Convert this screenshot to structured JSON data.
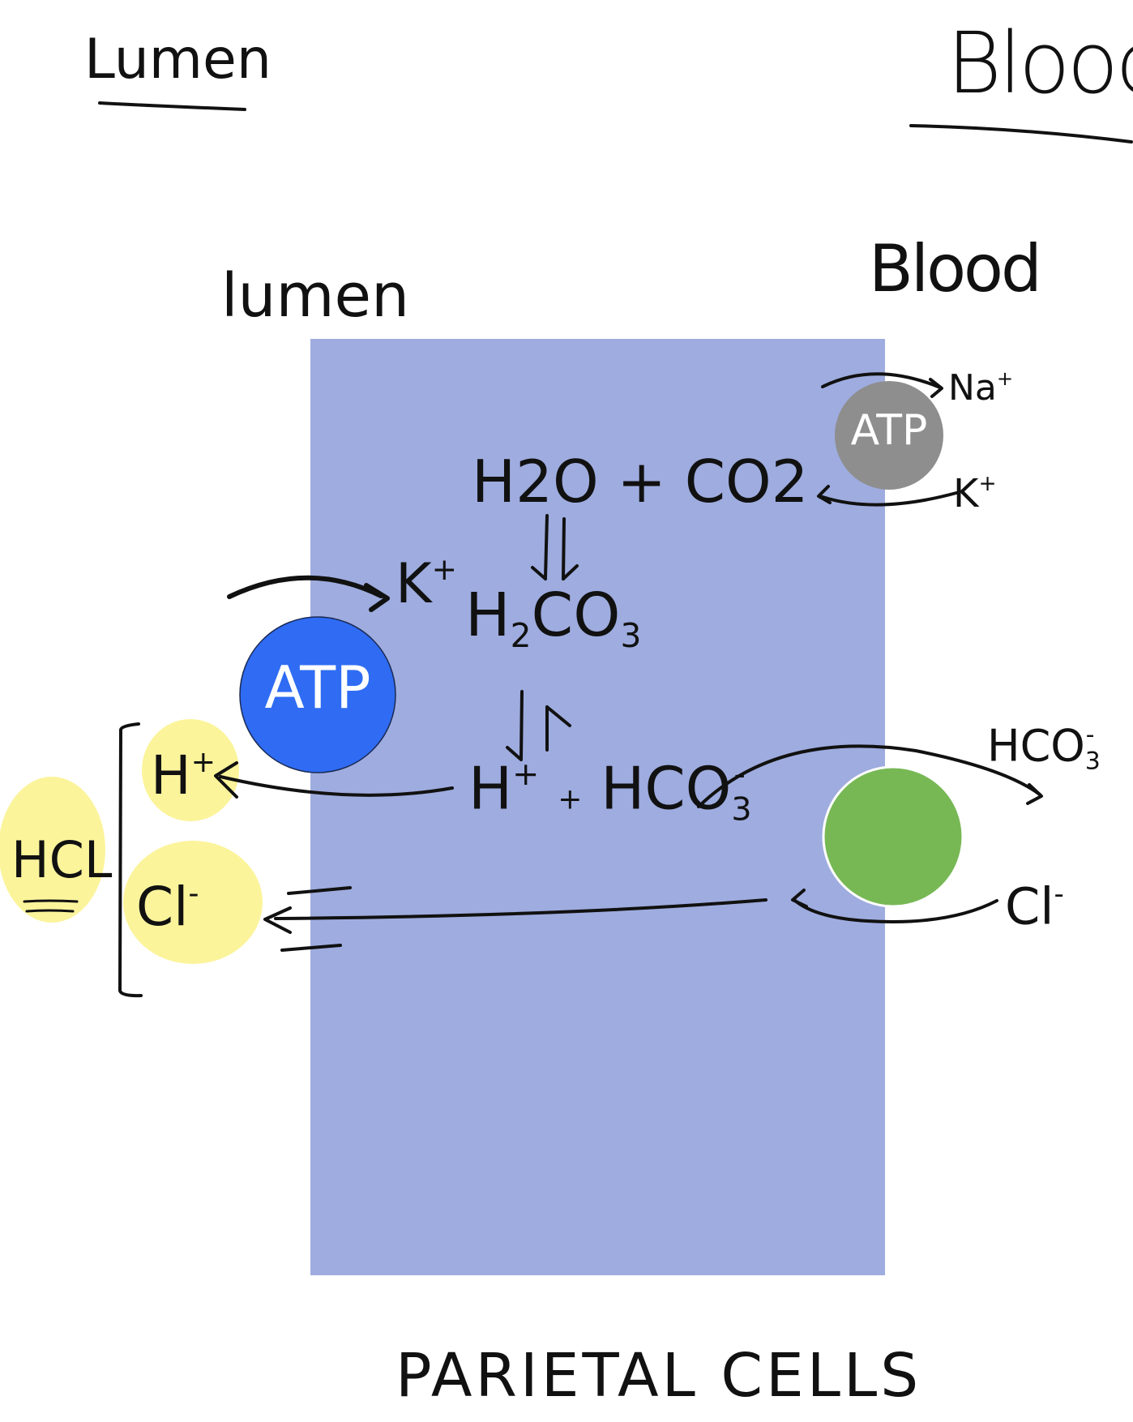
{
  "header": {
    "lumen_top": "Lumen",
    "blood_top": "Blood"
  },
  "cell": {
    "lumen_side": "lumen",
    "blood_side": "Blood",
    "caption": "PARIETAL CELLS",
    "color": "#9eacdf"
  },
  "reactions": {
    "water_co2": "H2O + CO2",
    "carbonic_acid_h2": "H",
    "carbonic_acid_2": "2",
    "carbonic_acid_co": "CO",
    "carbonic_acid_3": "3",
    "h_ion": "H",
    "plus_sign": "+",
    "bicarb": "HCO",
    "bicarb_sub": "3",
    "bicarb_sup": "-"
  },
  "pumps": {
    "proton_pump_label": "ATP",
    "proton_pump_color": "#2f6cf3",
    "na_k_pump_label": "ATP",
    "na_k_pump_color": "#8e8e8e",
    "exchanger_color": "#77b855"
  },
  "ions": {
    "k_lumen": "K",
    "k_lumen_sup": "+",
    "na": "Na",
    "na_sup": "+",
    "k_blood": "K",
    "k_blood_sup": "+",
    "hco3_blood": "HCO",
    "hco3_blood_sub": "3",
    "hco3_blood_sup": "-",
    "cl_blood": "Cl",
    "cl_blood_sup": "-",
    "h_lumen": "H",
    "h_lumen_sup": "+",
    "cl_lumen": "Cl",
    "cl_lumen_sup": "-"
  },
  "product": {
    "label": "HCL",
    "highlight_color": "#fbf49b"
  }
}
